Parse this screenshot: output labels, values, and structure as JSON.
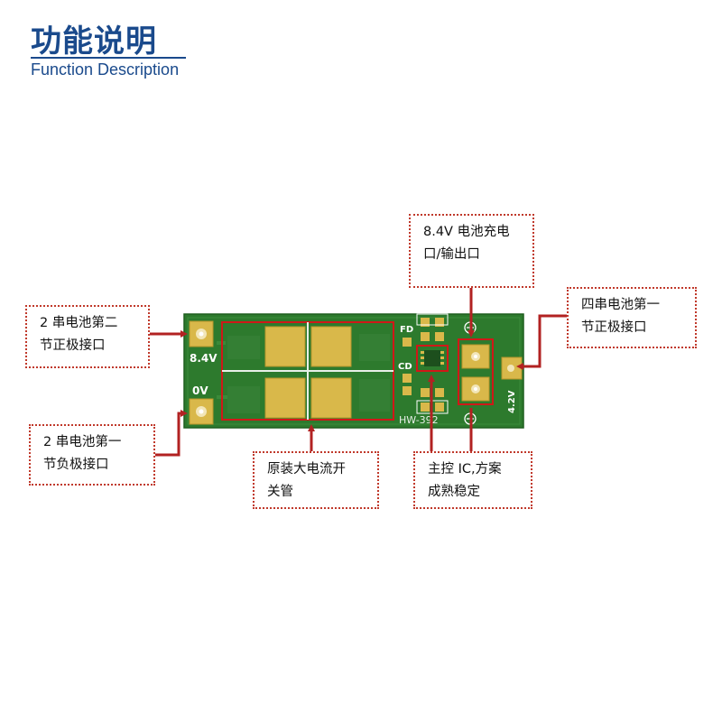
{
  "header": {
    "title_cn": "功能说明",
    "title_en": "Function Description"
  },
  "board": {
    "label_8v4": "8.4V",
    "label_0v": "0V",
    "label_fd": "FD",
    "label_cd": "CD",
    "label_model": "HW-392",
    "label_4v2": "4.2V"
  },
  "callouts": {
    "charge_port": {
      "line1": "8.4V 电池充电",
      "line2": "口/输出口"
    },
    "cell2_positive": {
      "line1": "2 串电池第二",
      "line2": "节正极接口"
    },
    "cell4_positive": {
      "line1": "四串电池第一",
      "line2": "节正极接口"
    },
    "cell1_negative": {
      "line1": "2 串电池第一",
      "line2": "节负极接口"
    },
    "mosfet": {
      "line1": "原装大电流开",
      "line2": "关管"
    },
    "main_ic": {
      "line1": "主控 IC,方案",
      "line2": "成熟稳定"
    }
  },
  "colors": {
    "brand": "#1a4a8c",
    "accent": "#c0392b",
    "pcb": "#2d7a2d",
    "pad": "#d9b84a"
  }
}
